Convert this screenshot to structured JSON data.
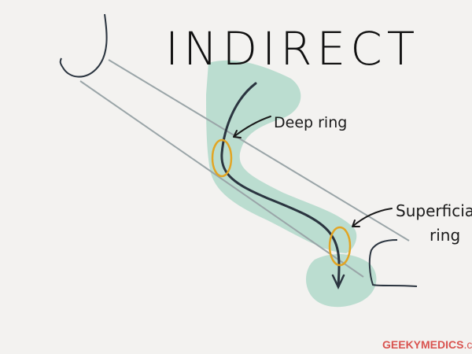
{
  "title": "INDIRECT",
  "labels": {
    "deep_ring": "Deep ring",
    "superficial_line1": "Superficial",
    "superficial_line2": "ring"
  },
  "brand": {
    "name_part": "GEEKYMEDICS",
    "suffix": ".com",
    "color": "#d9534f"
  },
  "colors": {
    "canal_line": "#9aa5a8",
    "hernia_shading": "#a8d6c5",
    "hernia_path": "#2b3540",
    "ring": "#e2a524",
    "ink": "#1a1a1a"
  }
}
